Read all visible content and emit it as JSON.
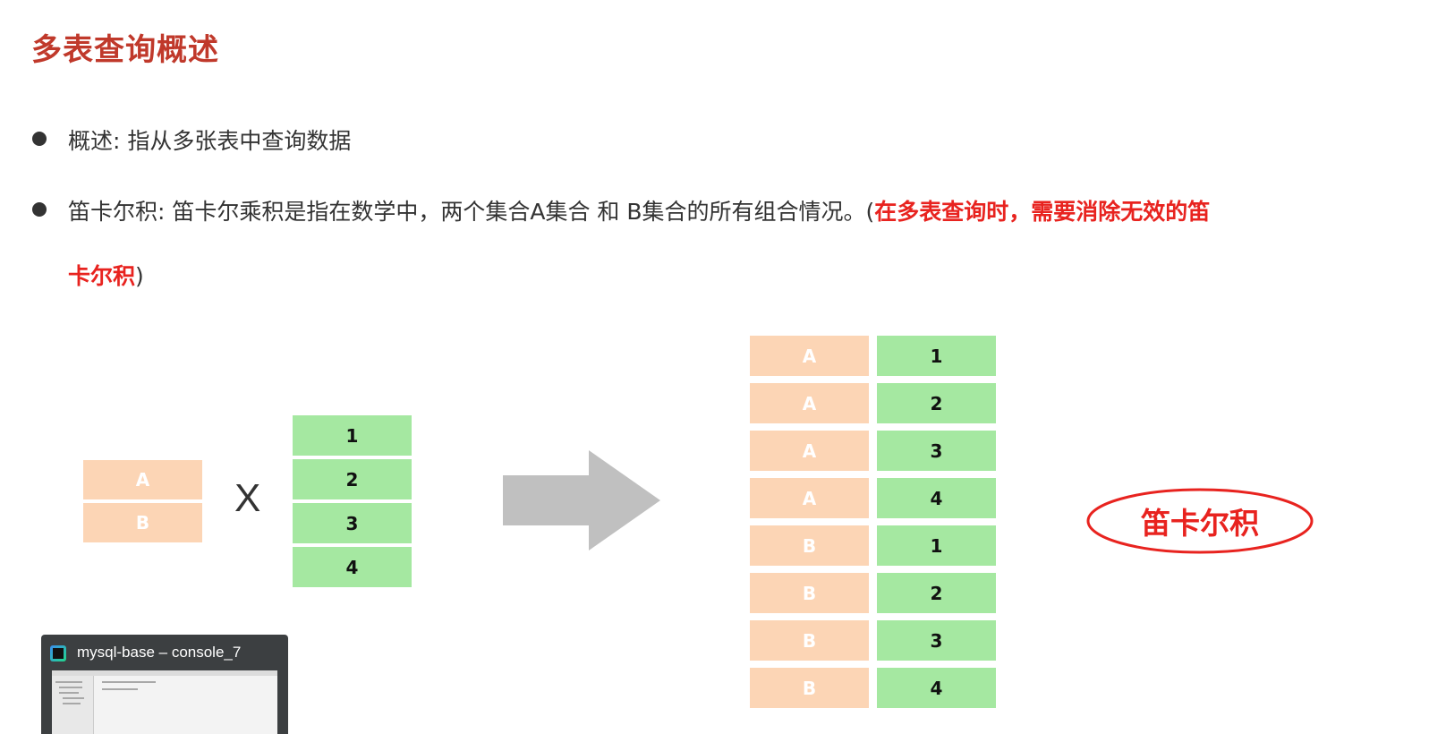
{
  "title": "多表查询概述",
  "bullets": {
    "overview_label": "概述: ",
    "overview_text": "指从多张表中查询数据",
    "cartesian_label": "笛卡尔积: ",
    "cartesian_text": "笛卡尔乘积是指在数学中，两个集合A集合 和 B集合的所有组合情况。(",
    "cartesian_red_1": "在多表查询时，需要消除无效的笛",
    "cartesian_red_2": "卡尔积",
    "cartesian_close": ")"
  },
  "diagram": {
    "set_a": [
      "A",
      "B"
    ],
    "operator": "X",
    "set_b": [
      "1",
      "2",
      "3",
      "4"
    ],
    "result_left": [
      "A",
      "A",
      "A",
      "A",
      "B",
      "B",
      "B",
      "B"
    ],
    "result_right": [
      "1",
      "2",
      "3",
      "4",
      "1",
      "2",
      "3",
      "4"
    ],
    "result_label": "笛卡尔积",
    "colors": {
      "orange": "#fcd5b5",
      "green": "#a5e8a1",
      "arrow": "#c0c0c0",
      "accent": "#e8231f",
      "title": "#c0392b"
    }
  },
  "thumbnail": {
    "icon": "datagrip-icon",
    "title": "mysql-base – console_7"
  }
}
